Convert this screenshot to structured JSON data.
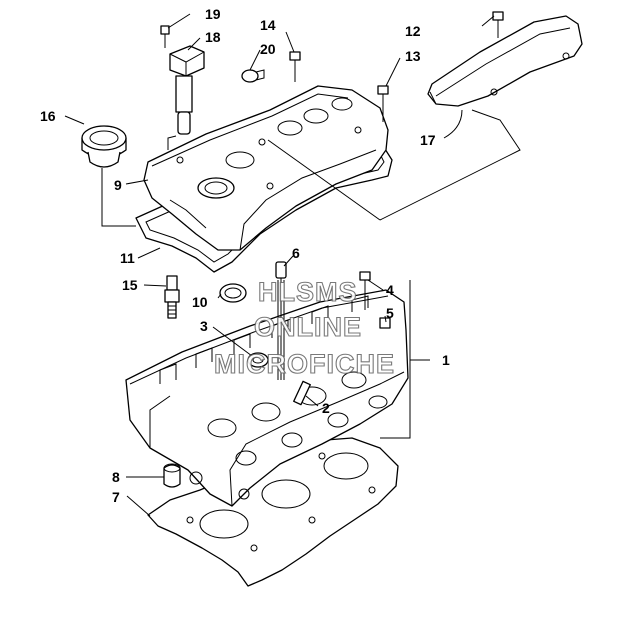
{
  "diagram": {
    "callouts": {
      "c1": "1",
      "c2": "2",
      "c3": "3",
      "c4": "4",
      "c5": "5",
      "c6": "6",
      "c7": "7",
      "c8": "8",
      "c9": "9",
      "c10": "10",
      "c11": "11",
      "c12": "12",
      "c13": "13",
      "c14": "14",
      "c15": "15",
      "c16": "16",
      "c17": "17",
      "c18": "18",
      "c19": "19",
      "c20": "20"
    },
    "watermark": {
      "line1": "HLSMS",
      "line2": "ONLINE",
      "line3": "MICROFICHE"
    }
  }
}
